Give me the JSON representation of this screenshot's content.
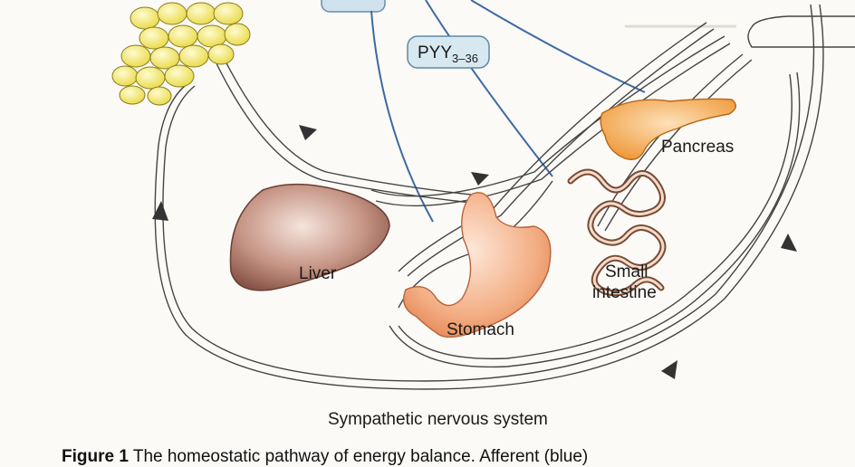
{
  "labels": {
    "pyy": "PYY",
    "pyy_sub": "3–36",
    "pancreas": "Pancreas",
    "liver": "Liver",
    "stomach": "Stomach",
    "small_intestine_1": "Small",
    "small_intestine_2": "intestine",
    "sns": "Sympathetic nervous system"
  },
  "caption": {
    "figure": "Figure 1",
    "text": " The homeostatic pathway of energy balance. Afferent (blue)"
  },
  "colors": {
    "afferent_blue": "#3d6aa3",
    "nerve_outline": "#555555",
    "adipose": "#f2e66a",
    "liver": "#b98273",
    "stomach": "#f0a67a",
    "pancreas": "#f1a24a",
    "intestine": "#c99f86",
    "hormone_box": "#cfe2ee"
  }
}
